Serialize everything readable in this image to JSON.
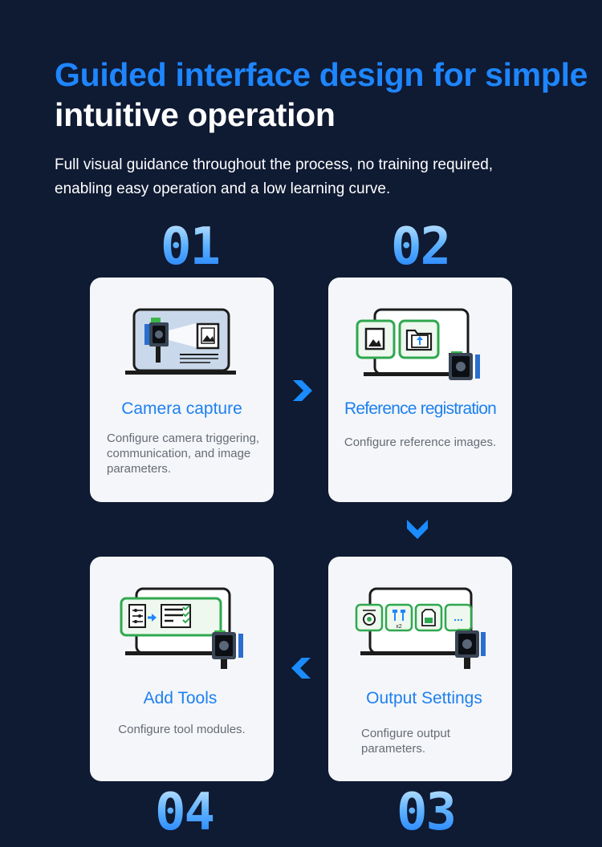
{
  "header": {
    "title_line1": "Guided interface design for simple",
    "title_line2": "intuitive operation",
    "subtitle_line1": "Full visual guidance throughout the process, no training required,",
    "subtitle_line2": "enabling easy operation and a low learning curve."
  },
  "colors": {
    "background": "#0f1a33",
    "accent_blue": "#1e86ff",
    "card": "#f4f6f9",
    "icon_green": "#2fa84f"
  },
  "steps": [
    {
      "number": "01",
      "title": "Camera capture",
      "desc_lines": [
        "Configure camera triggering,",
        "communication, and image",
        "parameters."
      ],
      "icon": "camera-capture-icon"
    },
    {
      "number": "02",
      "title": "Reference registration",
      "desc_lines": [
        "Configure reference images."
      ],
      "icon": "reference-registration-icon"
    },
    {
      "number": "03",
      "title": "Output Settings",
      "desc_lines": [
        "Configure output",
        "parameters."
      ],
      "icon": "output-settings-icon",
      "badge": "x2",
      "more": "..."
    },
    {
      "number": "04",
      "title": "Add Tools",
      "desc_lines": [
        "Configure tool modules."
      ],
      "icon": "add-tools-icon"
    }
  ],
  "arrows": [
    "chevron-right-icon",
    "chevron-down-icon",
    "chevron-left-icon"
  ]
}
